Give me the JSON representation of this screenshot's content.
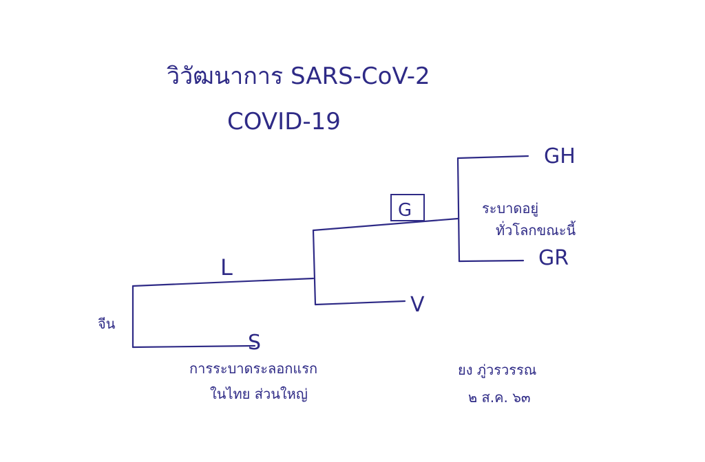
{
  "title": {
    "line1": "วิวัฒนาการ SARS-CoV-2",
    "line2": "COVID-19"
  },
  "clades": {
    "root_label": "จีน",
    "L": "L",
    "S": "S",
    "S_note_line1": "การระบาดระลอกแรก",
    "S_note_line2": "ในไทย ส่วนใหญ่",
    "G": "G",
    "V": "V",
    "GH": "GH",
    "GR": "GR",
    "G_note_line1": "ระบาดอยู่",
    "G_note_line2": "ทั่วโลกขณะนี้"
  },
  "signature": {
    "name": "ยง ภู่วรวรรณ",
    "date": "๒ ส.ค. ๖๓"
  },
  "colors": {
    "ink": "#2e2a86",
    "background": "#ffffff"
  }
}
